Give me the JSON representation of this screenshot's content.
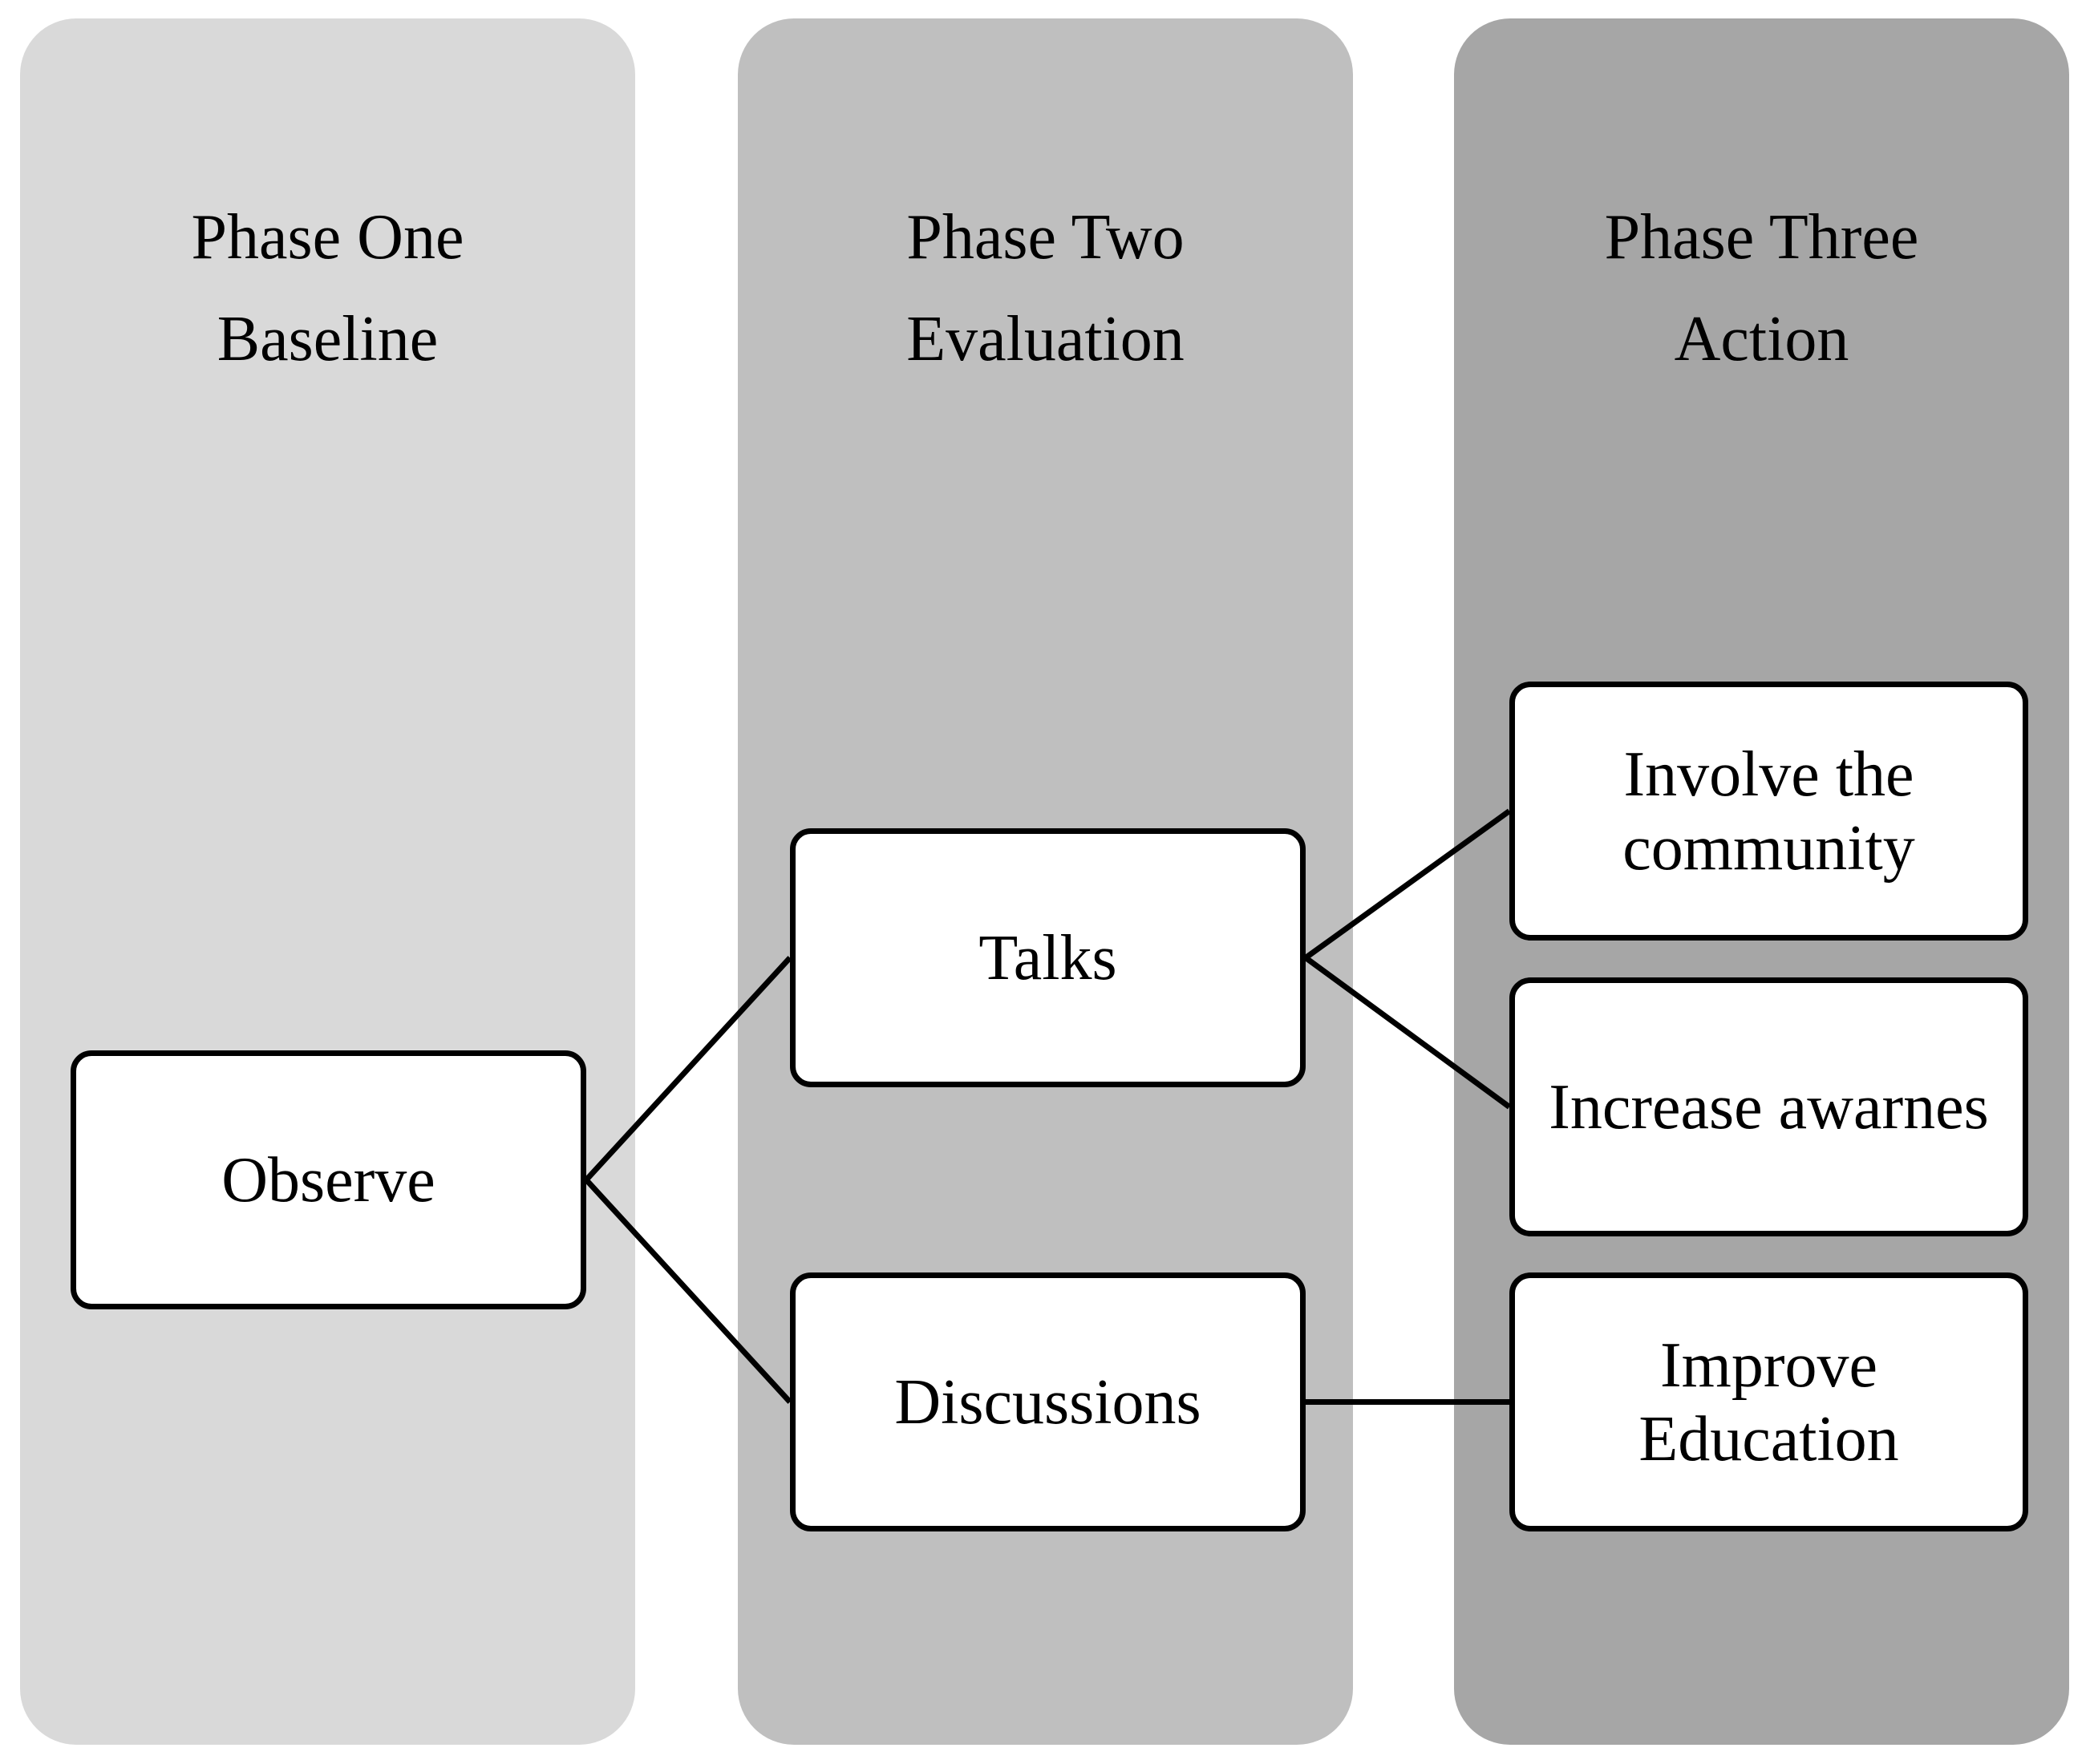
{
  "phases": [
    {
      "title": "Phase One",
      "subtitle": "Baseline",
      "color": "#d9d9d9"
    },
    {
      "title": "Phase Two",
      "subtitle": "Evaluation",
      "color": "#bfbfbf"
    },
    {
      "title": "Phase Three",
      "subtitle": "Action",
      "color": "#a6a6a6"
    }
  ],
  "nodes": {
    "observe": {
      "lines": [
        "Observe"
      ]
    },
    "talks": {
      "lines": [
        "Talks"
      ]
    },
    "discussions": {
      "lines": [
        "Discussions"
      ]
    },
    "involve": {
      "lines": [
        "Involve the",
        "community"
      ]
    },
    "increase": {
      "lines": [
        "Increase awarnes"
      ]
    },
    "improve": {
      "lines": [
        "Improve",
        "Education"
      ]
    }
  },
  "edges": [
    {
      "from": "observe",
      "to": "talks"
    },
    {
      "from": "observe",
      "to": "discussions"
    },
    {
      "from": "talks",
      "to": "involve"
    },
    {
      "from": "talks",
      "to": "increase"
    },
    {
      "from": "discussions",
      "to": "improve"
    }
  ]
}
